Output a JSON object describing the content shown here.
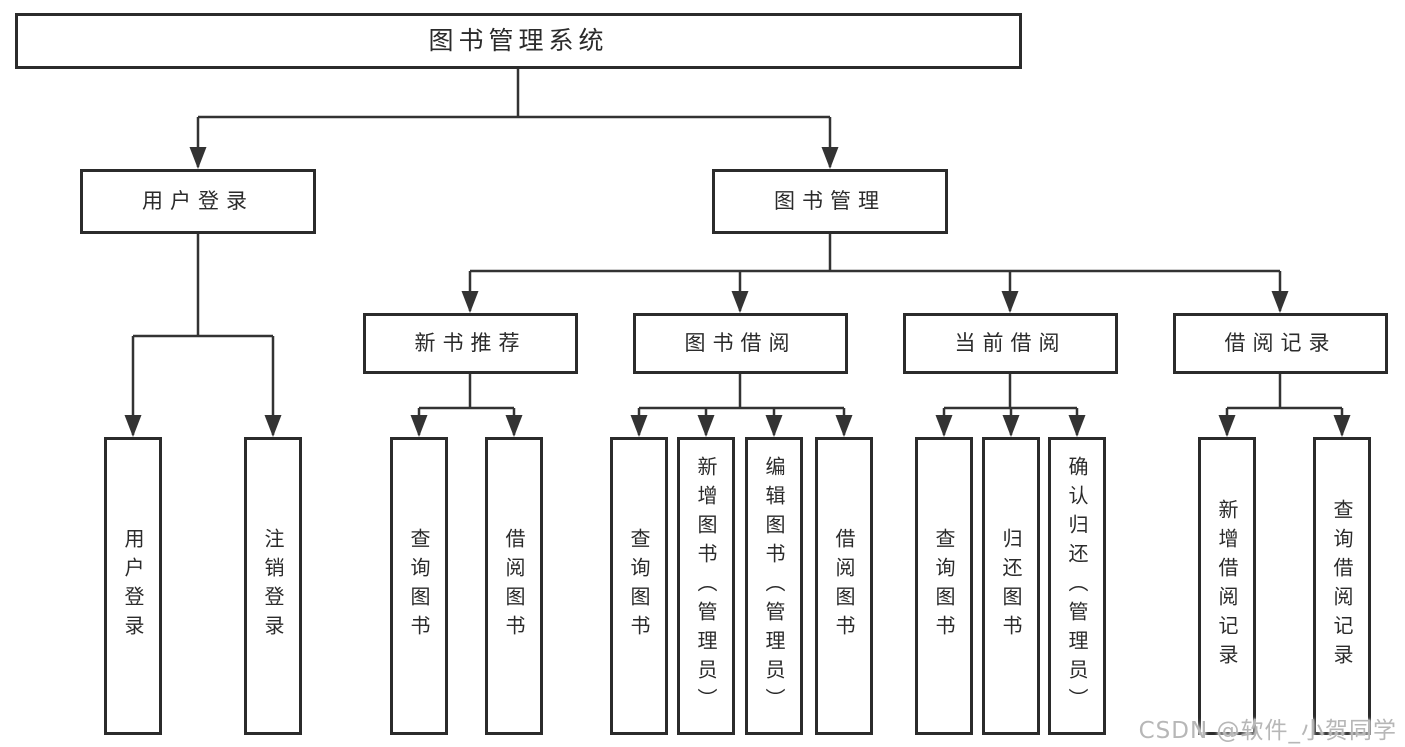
{
  "colors": {
    "line": "#333333",
    "box_border": "#2b2b2b",
    "text": "#2b2b2b",
    "watermark_text": "#b7b7b7",
    "background": "#ffffff"
  },
  "diagram": {
    "title": "图书管理系统",
    "level1": [
      {
        "label": "用户登录"
      },
      {
        "label": "图书管理"
      }
    ],
    "level2": [
      {
        "label": "新书推荐"
      },
      {
        "label": "图书借阅"
      },
      {
        "label": "当前借阅"
      },
      {
        "label": "借阅记录"
      }
    ],
    "groups": [
      {
        "parent": "用户登录",
        "children": [
          {
            "label": "用户登录"
          },
          {
            "label": "注销登录"
          }
        ]
      },
      {
        "parent": "新书推荐",
        "children": [
          {
            "label": "查询图书"
          },
          {
            "label": "借阅图书"
          }
        ]
      },
      {
        "parent": "图书借阅",
        "children": [
          {
            "label": "查询图书"
          },
          {
            "label": "新增图书（管理员）"
          },
          {
            "label": "编辑图书（管理员）"
          },
          {
            "label": "借阅图书"
          }
        ]
      },
      {
        "parent": "当前借阅",
        "children": [
          {
            "label": "查询图书"
          },
          {
            "label": "归还图书"
          },
          {
            "label": "确认归还（管理员）"
          }
        ]
      },
      {
        "parent": "借阅记录",
        "children": [
          {
            "label": "新增借阅记录"
          },
          {
            "label": "查询借阅记录"
          }
        ]
      }
    ]
  },
  "watermark": {
    "text": "CSDN @软件_小贺同学"
  }
}
